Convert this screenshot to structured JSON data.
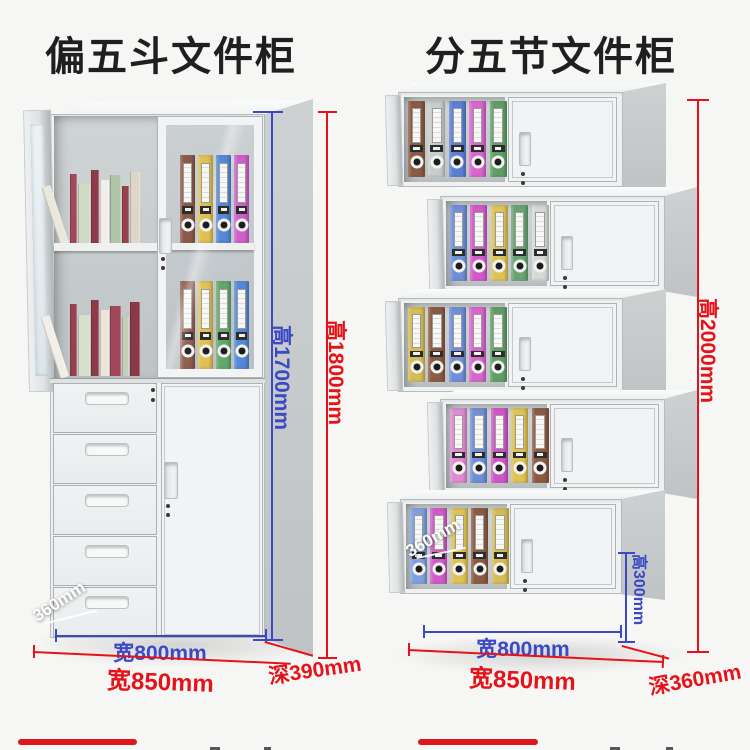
{
  "colors": {
    "dimension_blue": "#3b49c4",
    "dimension_red": "#e51319",
    "title_color": "#1f1f1f",
    "highlight_bar_red": "#e0161d"
  },
  "left_product": {
    "title": "偏五斗文件柜",
    "annotations": {
      "inner_height": "高1700mm",
      "outer_height": "高1800mm",
      "inner_width": "宽800mm",
      "outer_width": "宽850mm",
      "depth": "深390mm",
      "inner_depth": "360mm"
    },
    "drawer_count": 5,
    "binder_colors_top": [
      "#8d5a49",
      "#e0c052",
      "#5588d6",
      "#cf5ecb"
    ],
    "binder_colors_bottom": [
      "#8d5a49",
      "#e0c052",
      "#63a86b",
      "#5588d6"
    ],
    "book_colors_top": [
      "#ece7db",
      "#a2485a",
      "#cfd9c4",
      "#8e3b49",
      "#f2efe8",
      "#b0c4aa",
      "#96424e",
      "#ded6c8"
    ],
    "book_colors_bottom": [
      "#f2efe8",
      "#96424e",
      "#d8e0cc",
      "#8e3b49",
      "#ece5d8",
      "#a2485a",
      "#c2d0ba",
      "#8a3a46"
    ]
  },
  "right_product": {
    "title": "分五节文件柜",
    "annotations": {
      "outer_height": "高2000mm",
      "section_height": "高300mm",
      "inner_width": "宽800mm",
      "outer_width": "宽850mm",
      "depth": "深360mm",
      "inner_depth": "360mm"
    },
    "sections": [
      {
        "binder_colors": [
          "#8b5a43",
          "#c9ccc9",
          "#5b7fd6",
          "#d965cf",
          "#5f9e66"
        ]
      },
      {
        "binder_colors": [
          "#6f8fd8",
          "#d459c9",
          "#dec253",
          "#69a573",
          "#d6d8d4"
        ]
      },
      {
        "binder_colors": [
          "#d4bd55",
          "#8b5a43",
          "#6f8fd8",
          "#d965cf",
          "#5f9e66"
        ]
      },
      {
        "binder_colors": [
          "#e08ad2",
          "#6f8fd8",
          "#cf56c8",
          "#dec253",
          "#8b5a43"
        ]
      },
      {
        "binder_colors": [
          "#7f9fe0",
          "#d459c9",
          "#dec253",
          "#8b5a43",
          "#d4bd55"
        ]
      }
    ]
  }
}
